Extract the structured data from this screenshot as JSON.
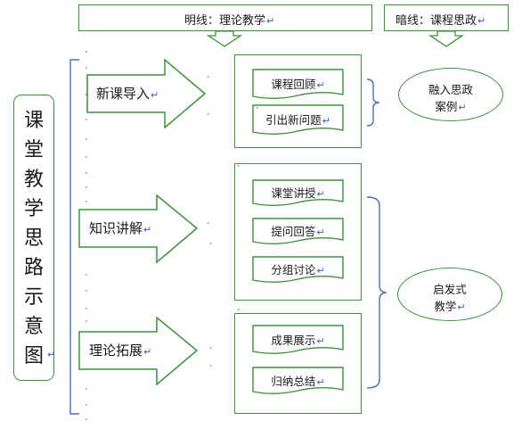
{
  "top": {
    "main_line": "明线：理论教学",
    "hidden_line": "暗线：课程思政"
  },
  "title_chars": [
    "课",
    "堂",
    "教",
    "学",
    "思",
    "路",
    "示",
    "意",
    "图"
  ],
  "stages": [
    {
      "label": "新课导入",
      "items": [
        "课程回顾",
        "引出新问题"
      ]
    },
    {
      "label": "知识讲解",
      "items": [
        "课堂讲授",
        "提问回答",
        "分组讨论"
      ]
    },
    {
      "label": "理论拓展",
      "items": [
        "成果展示",
        "归纳总结"
      ]
    }
  ],
  "outcomes": [
    {
      "line1": "融入思政",
      "line2": "案例"
    },
    {
      "line1": "启发式",
      "line2": "教学"
    }
  ],
  "mark": "↵",
  "colors": {
    "border": "#3f8f3f",
    "text": "#1a1a1a",
    "mark": "#3060c0"
  }
}
